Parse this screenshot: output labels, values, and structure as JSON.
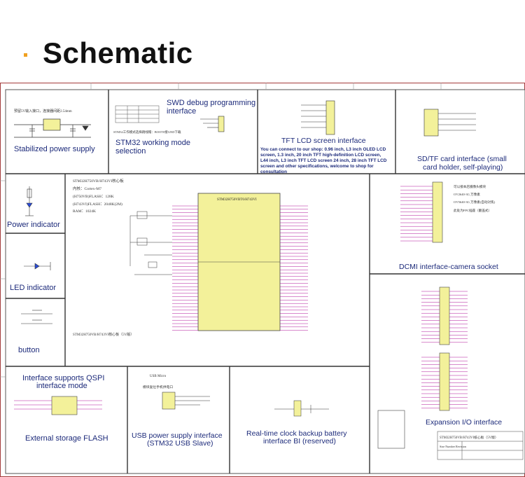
{
  "page_title": "Schematic",
  "colors": {
    "accent_dot": "#f0a020",
    "frame": "#a33a3a",
    "label": "#1c2a7a",
    "chip": "#f3f19a",
    "net": "#b0149a"
  },
  "panels": {
    "power_note": "预留5V输入接口，连接器间距2.54mm",
    "stabilized": "Stabilized power supply",
    "swd_title": "SWD debug programming interface",
    "swd_note": "STM32工作模式选择跳线帽：BOOT0接GND下载",
    "working_mode": "STM32 working mode selection",
    "tft_title": "TFT LCD screen interface",
    "tft_desc": "You can connect to our shop: 0.96 inch, L3 inch OLED LCD screen, 1.3 inch, 20 inch TFT high-definition LCD screen, L44 inch, L3 inch TFT LCD screen 24 inch, 28 inch TFT LCD screen and other specifications, welcome to shop for consultation",
    "sd": "SD/TF card interface (small card holder, self-playing)",
    "power_indicator": "Power indicator",
    "led_indicator": "LED indicator",
    "button": "button",
    "core_title": "STM32H750VB/H743VI核心板",
    "core_kernel": "内核：Cortex-M7",
    "core_flash": "(H750VB)FLASH：128K",
    "core_flash2": "(H743VI)FLASH：2048K(2M)",
    "core_ram": "RAM：1024K",
    "chip_label": "STM32H750VBT6/H743VI",
    "core_footer": "STM32H750VB/H743VI核心板（5V版）",
    "cam_note1": "可以接本店摄像头模块",
    "cam_note2": "OV2640-3G 万像素",
    "cam_note3": "OV5640-3G 万像素(自动对焦)",
    "cam_note4": "此处为FPC插座（翻盖式）",
    "dcmi": "DCMI interface-camera socket",
    "qspi_title": "Interface supports QSPI interface mode",
    "ext_flash": "External storage FLASH",
    "usb_note": "USB Micro",
    "usb_note2": "模块复位手机供电口",
    "usb": "USB power supply interface (STM32 USB Slave)",
    "rtc": "Real-time clock backup battery interface BI (reserved)",
    "expansion": "Expansion I/O interface",
    "title_block": "STM32H750VB/H743VI核心板（5V版）",
    "title_block_row2": "Size  Number  Revision"
  }
}
